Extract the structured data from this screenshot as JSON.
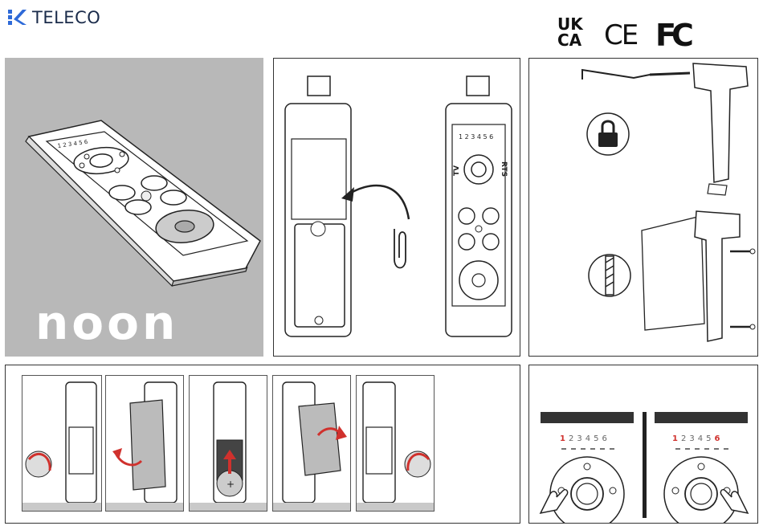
{
  "brand": {
    "logo_text": "TELECO",
    "logo_color": "#2e6ad8"
  },
  "certifications": {
    "ukca_top": "UK",
    "ukca_bottom": "CA",
    "ce": "CE",
    "fc": "FC"
  },
  "cover": {
    "product_name": "noon",
    "background_color": "#b8b8b8",
    "remote_channels": "1 2 3 4 5 6"
  },
  "battery_panel": {
    "remote_channels": "1 2 3 4 5 6",
    "tv_label": "TV",
    "rts_label": "RTS"
  },
  "channel_panel": {
    "left_channels": [
      "1",
      "2",
      "3",
      "4",
      "5",
      "6"
    ],
    "right_channels": [
      "1",
      "2",
      "3",
      "4",
      "5",
      "6"
    ],
    "highlight_color": "#d0312d"
  }
}
